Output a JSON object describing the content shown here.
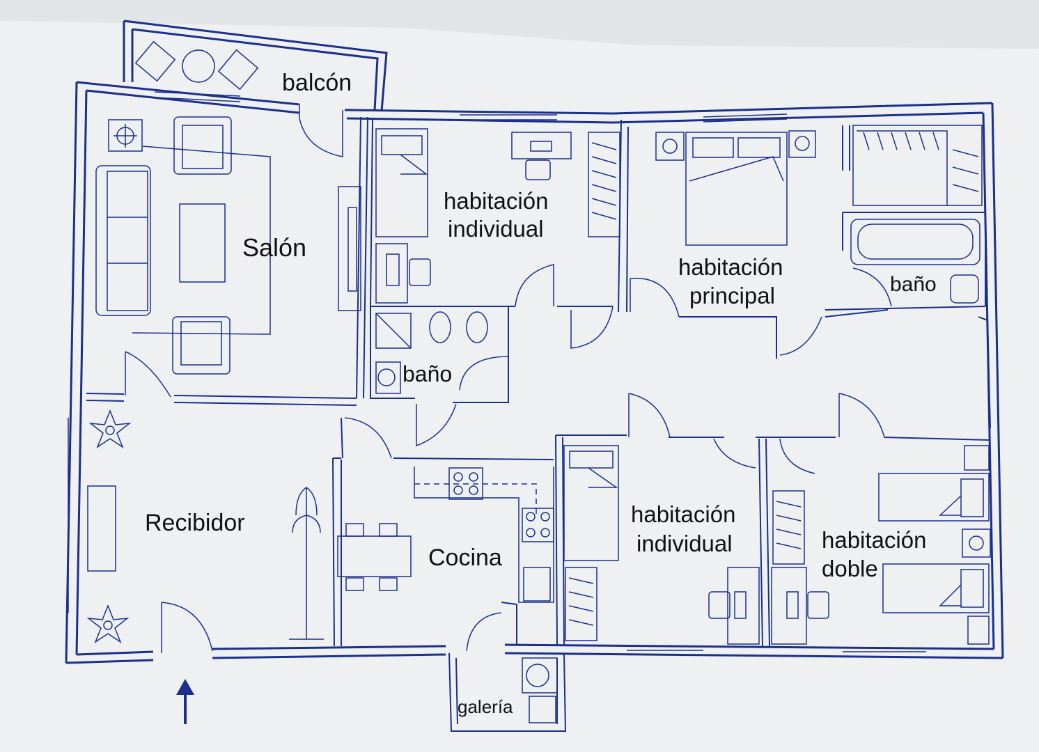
{
  "colors": {
    "line": "#1b2f8c",
    "paper": "#eef0f2",
    "text": "#111111"
  },
  "rooms": {
    "balcon": "balcón",
    "salon": "Salón",
    "hab_individual_1_l1": "habitación",
    "hab_individual_1_l2": "individual",
    "hab_principal_l1": "habitación",
    "hab_principal_l2": "principal",
    "bano_principal": "baño",
    "bano_central": "baño",
    "recibidor": "Recibidor",
    "cocina": "Cocina",
    "hab_individual_2_l1": "habitación",
    "hab_individual_2_l2": "individual",
    "hab_doble_l1": "habitación",
    "hab_doble_l2": "doble",
    "galeria": "galería"
  },
  "icons": [
    "entrance-arrow-icon",
    "sofa-icon",
    "armchair-icon",
    "bed-icon",
    "toilet-icon",
    "bathtub-icon",
    "shower-icon",
    "sink-icon",
    "stove-icon",
    "washing-machine-icon",
    "plant-icon",
    "lamp-icon",
    "desk-icon",
    "chair-icon",
    "wardrobe-icon",
    "coat-rack-icon",
    "dining-table-icon",
    "tv-icon"
  ]
}
